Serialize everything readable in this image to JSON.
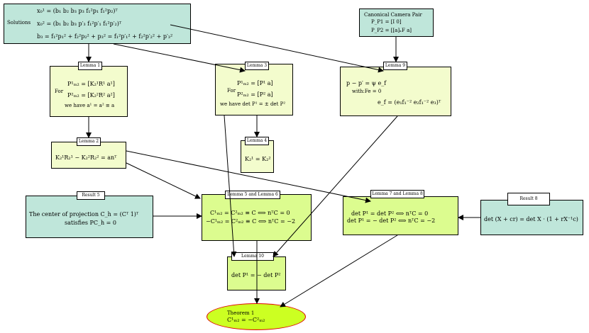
{
  "solutions": {
    "label": "Solutions",
    "eq1": "x₀¹ = (b₁   b₂   b₃   p₃   f₁²p₁   f₁²p₂)ᵀ",
    "eq2": "x₀² = (b₁   b₂   b₃   p′₃   f₁²p′₁   f₁²p′₂)ᵀ",
    "eq3": "b₃ = f₁²p₁² + f₂²p₂² + p₃² = f₁²p′₁² + f₂²p′₂² + p′₃²"
  },
  "canonical": {
    "title": "Canonical Camera Pair",
    "eq1": "P_P1 = [I    0]",
    "eq2": "P_P2 = [[a]ₓF    a]"
  },
  "lemma1": {
    "label": "Lemma 1",
    "for": "For",
    "eq1": "P¹ₘ₂ = [K₂¹R¹    a¹]",
    "eq2": "P²ₘ₂ = [K₂²R²    a²]",
    "concl": "we have a¹ = a² ≡ a"
  },
  "lemma3": {
    "label": "Lemma 3",
    "for": "For",
    "eq1": "P¹ₘ₂ = [P¹    a]",
    "eq2": "P²ₘ₂ = [P²    a]",
    "concl": "we have det P¹ = ± det P²"
  },
  "lemma9": {
    "label": "Lemma 9",
    "eq1": "p − p′ = ψ e_f",
    "eq2": "with:Fe = 0",
    "eq3": "e_f = (e₁f₁⁻²    e₂f₁⁻²    e₃)ᵀ"
  },
  "lemma2": {
    "label": "Lemma 2",
    "eq": "K₂¹R₂¹ − K₂²R₂² = anᵀ"
  },
  "lemma4": {
    "label": "Lemma 4",
    "eq": "K₂¹ = K₂²"
  },
  "result5": {
    "label": "Result 5",
    "line1": "The center of projection C_h = (Cᵀ    1)ᵀ",
    "line2": "satisfies PC_h = 0"
  },
  "lemma56": {
    "label": "Lemma 5 and Lemma 6",
    "eq1": "C¹ₘ₂ = C²ₘ₂ ≡ C  ⟺  nᵀC = 0",
    "eq2": "−C¹ₘ₂ = C²ₘ₂ ≡ C  ⟺  nᵀC = −2"
  },
  "lemma78": {
    "label": "Lemma 7 and Lemma 8",
    "eq1": "det P¹ = det P²  ⟺  nᵀC = 0",
    "eq2": "det P¹ = − det P²  ⟺  nᵀC = −2"
  },
  "result8": {
    "label": "Result 8",
    "eq": "det (X + cr) = det X · (1 + rX⁻¹c)"
  },
  "lemma10": {
    "label": "Lemma 10",
    "eq": "det P¹ = − det P²"
  },
  "theorem1": {
    "label": "Theorem 1",
    "eq": "C¹ₘ₂ = −C²ₘ₂"
  },
  "colors": {
    "teal": "#bfe6da",
    "pale": "#f3fccd",
    "lime": "#dcfc8f",
    "ellipse_fill": "#ccff22",
    "ellipse_border": "#e00000"
  }
}
